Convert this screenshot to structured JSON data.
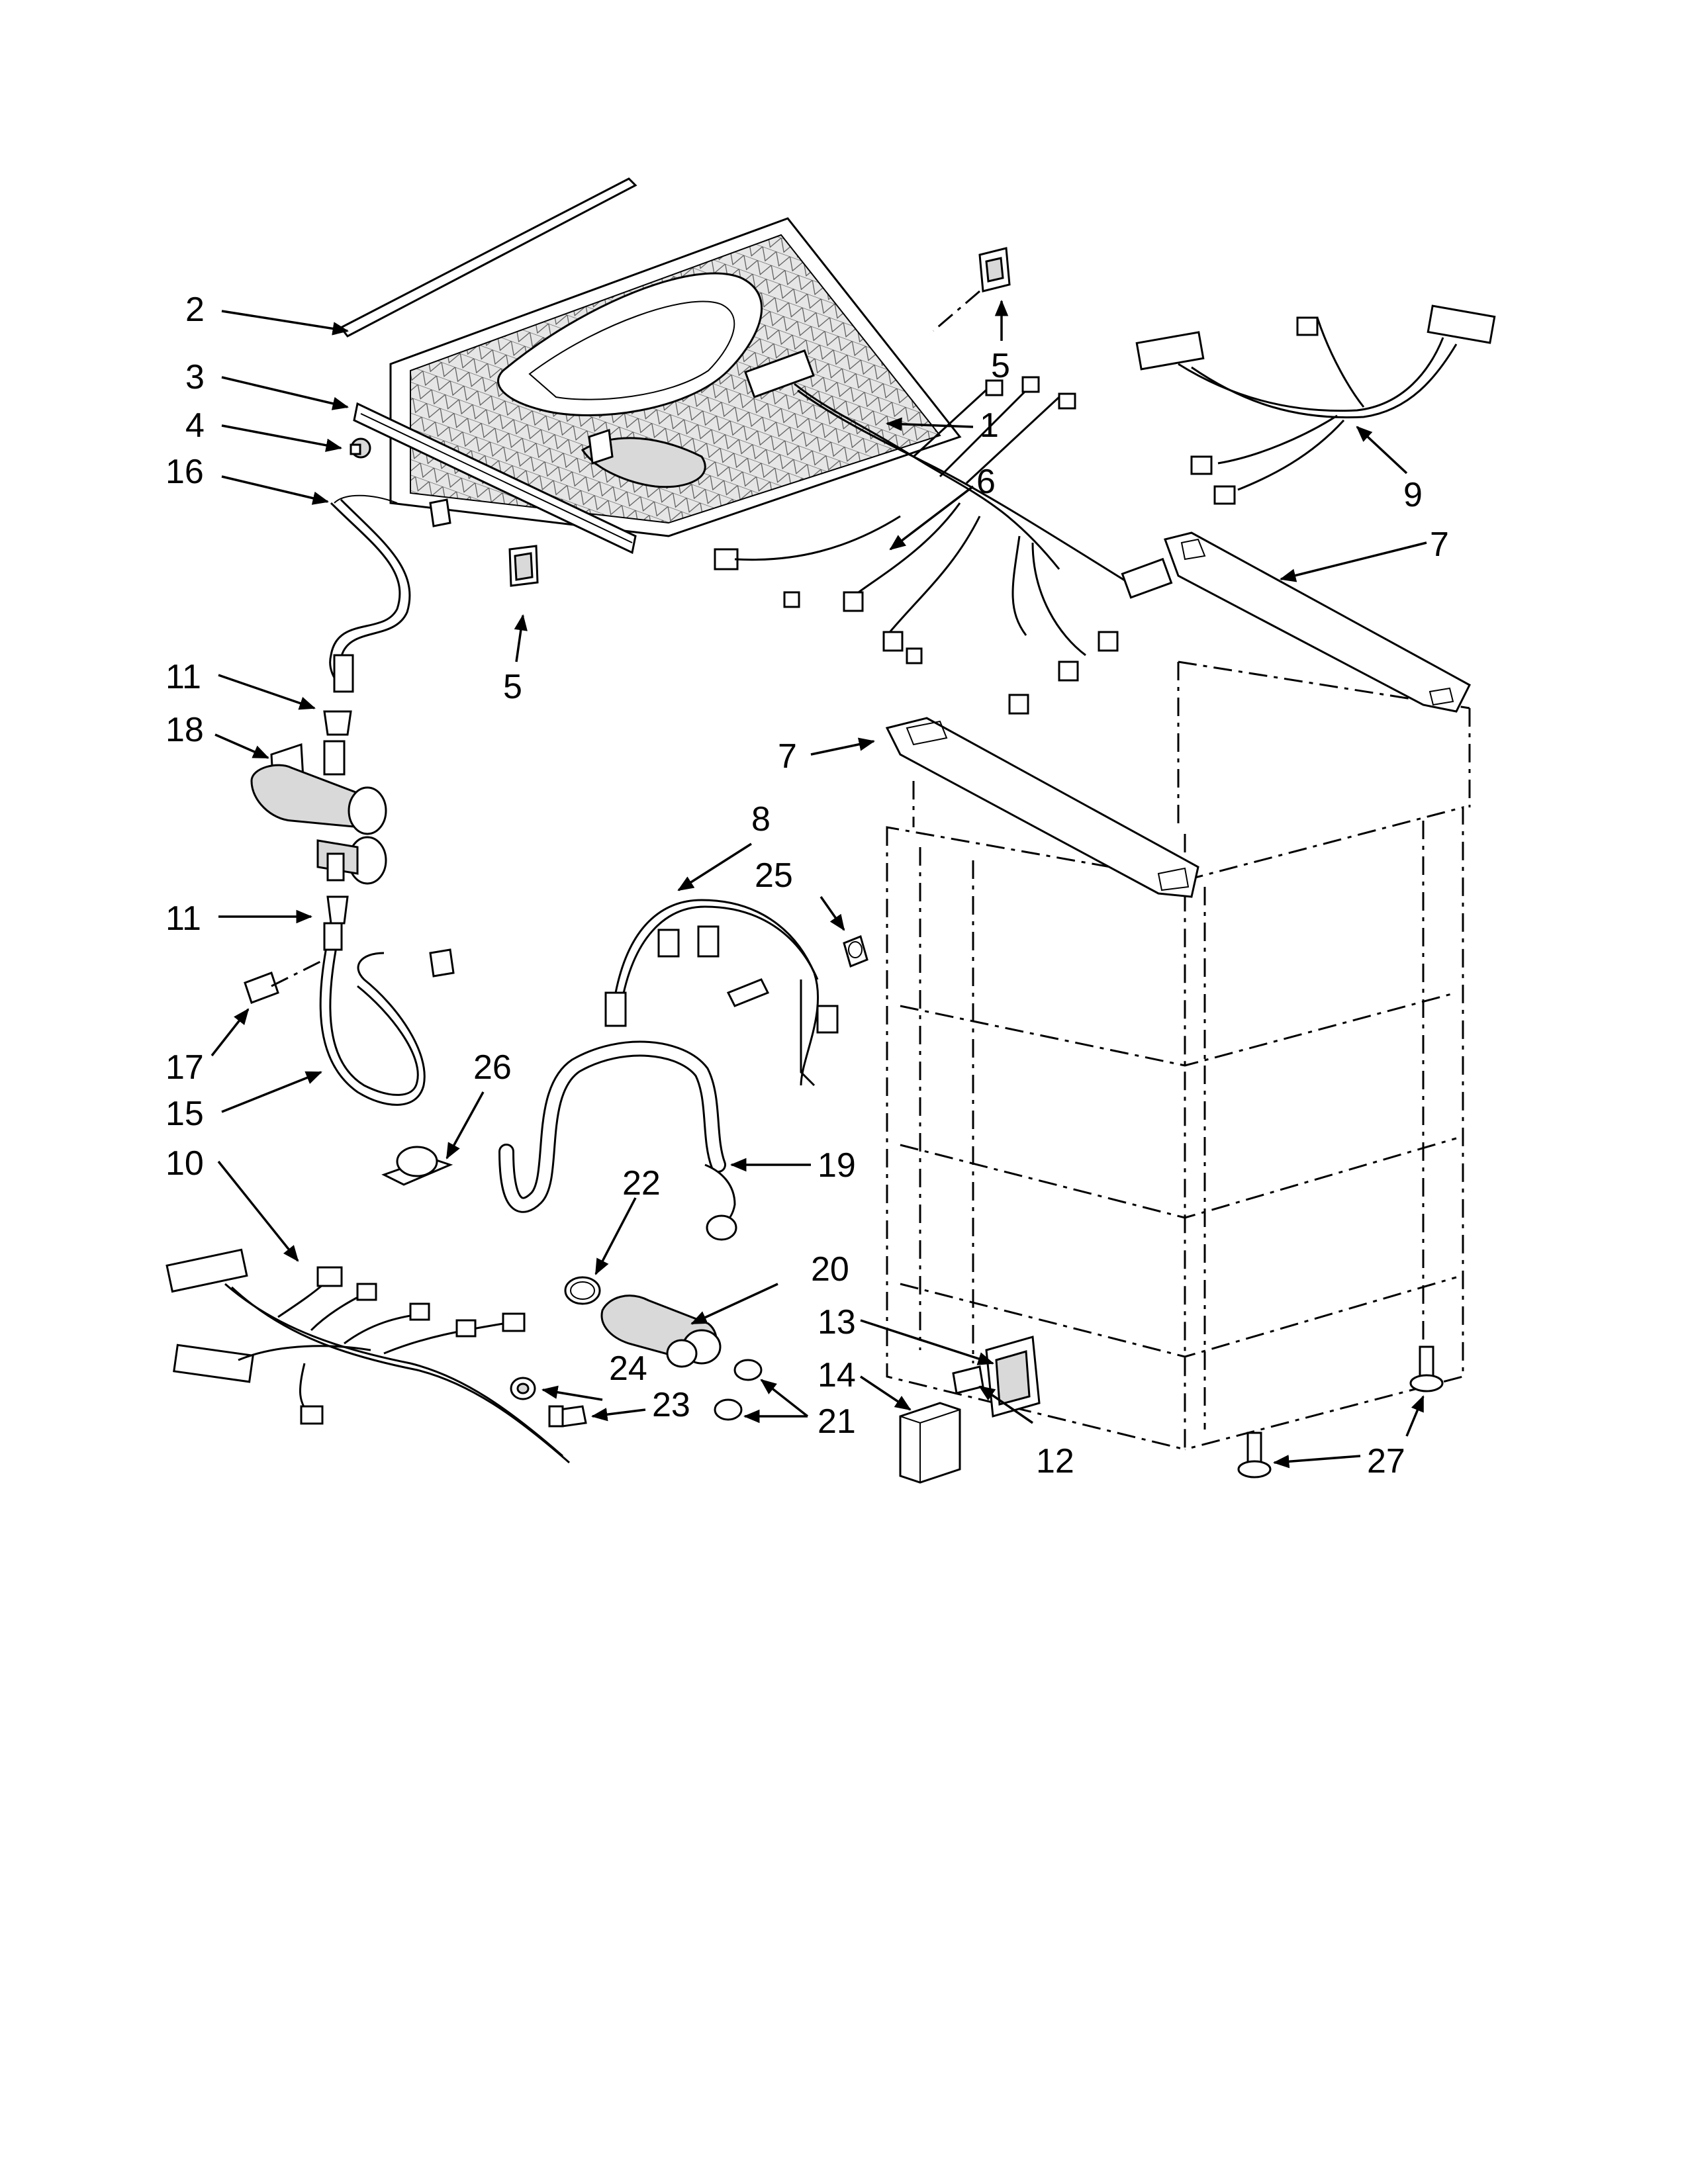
{
  "diagram": {
    "callouts": [
      {
        "id": "c1",
        "text": "1"
      },
      {
        "id": "c2",
        "text": "2"
      },
      {
        "id": "c3",
        "text": "3"
      },
      {
        "id": "c4",
        "text": "4"
      },
      {
        "id": "c5a",
        "text": "5"
      },
      {
        "id": "c5b",
        "text": "5"
      },
      {
        "id": "c6",
        "text": "6"
      },
      {
        "id": "c7a",
        "text": "7"
      },
      {
        "id": "c7b",
        "text": "7"
      },
      {
        "id": "c8",
        "text": "8"
      },
      {
        "id": "c9",
        "text": "9"
      },
      {
        "id": "c10",
        "text": "10"
      },
      {
        "id": "c11a",
        "text": "11"
      },
      {
        "id": "c11b",
        "text": "11"
      },
      {
        "id": "c12",
        "text": "12"
      },
      {
        "id": "c13",
        "text": "13"
      },
      {
        "id": "c14",
        "text": "14"
      },
      {
        "id": "c15",
        "text": "15"
      },
      {
        "id": "c16",
        "text": "16"
      },
      {
        "id": "c17",
        "text": "17"
      },
      {
        "id": "c18",
        "text": "18"
      },
      {
        "id": "c19",
        "text": "19"
      },
      {
        "id": "c20",
        "text": "20"
      },
      {
        "id": "c21",
        "text": "21"
      },
      {
        "id": "c22",
        "text": "22"
      },
      {
        "id": "c23",
        "text": "23"
      },
      {
        "id": "c24",
        "text": "24"
      },
      {
        "id": "c25",
        "text": "25"
      },
      {
        "id": "c26",
        "text": "26"
      },
      {
        "id": "c27",
        "text": "27"
      }
    ]
  }
}
